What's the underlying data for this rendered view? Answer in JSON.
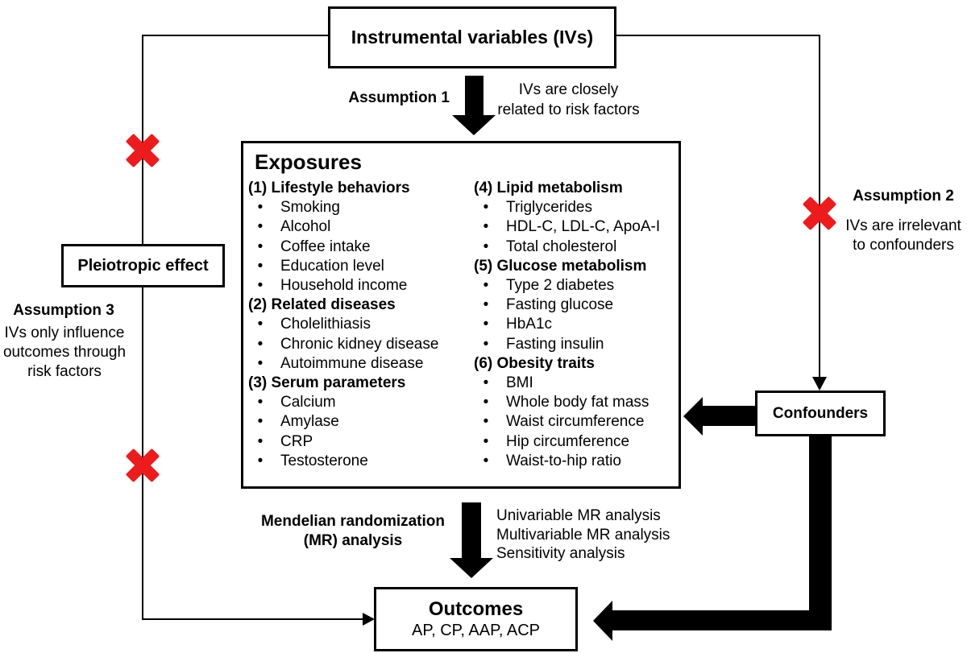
{
  "colors": {
    "ink": "#000000",
    "background": "#ffffff",
    "blocked_red": "#ED1C1C"
  },
  "nodes": {
    "instrumental_variables": {
      "label": "Instrumental variables (IVs)"
    },
    "pleiotropic_effect": {
      "label": "Pleiotropic effect"
    },
    "confounders": {
      "label": "Confounders"
    },
    "outcomes": {
      "title": "Outcomes",
      "subtitle": "AP, CP, AAP, ACP"
    }
  },
  "assumption1": {
    "label": "Assumption 1",
    "description_lines": [
      "IVs are closely",
      "related to risk factors"
    ]
  },
  "assumption2": {
    "label": "Assumption 2",
    "description_lines": [
      "IVs are irrelevant",
      "to confounders"
    ]
  },
  "assumption3": {
    "label": "Assumption 3",
    "description_lines": [
      "IVs only influence",
      "outcomes through",
      "risk factors"
    ]
  },
  "mr_analysis": {
    "label_lines": [
      "Mendelian randomization",
      "(MR) analysis"
    ],
    "methods": [
      "Univariable MR analysis",
      "Multivariable MR analysis",
      "Sensitivity analysis"
    ]
  },
  "exposures": {
    "title": "Exposures",
    "columns": [
      {
        "rows": [
          {
            "type": "heading",
            "text": "(1) Lifestyle behaviors"
          },
          {
            "type": "item",
            "text": "Smoking"
          },
          {
            "type": "item",
            "text": "Alcohol"
          },
          {
            "type": "item",
            "text": "Coffee intake"
          },
          {
            "type": "item",
            "text": "Education level"
          },
          {
            "type": "item",
            "text": "Household income"
          },
          {
            "type": "heading",
            "text": "(2) Related diseases"
          },
          {
            "type": "item",
            "text": "Cholelithiasis"
          },
          {
            "type": "item",
            "text": "Chronic kidney disease"
          },
          {
            "type": "item",
            "text": "Autoimmune disease"
          },
          {
            "type": "heading",
            "text": "(3) Serum parameters"
          },
          {
            "type": "item",
            "text": "Calcium"
          },
          {
            "type": "item",
            "text": "Amylase"
          },
          {
            "type": "item",
            "text": "CRP"
          },
          {
            "type": "item",
            "text": "Testosterone"
          }
        ]
      },
      {
        "rows": [
          {
            "type": "heading",
            "text": "(4) Lipid metabolism"
          },
          {
            "type": "item",
            "text": "Triglycerides"
          },
          {
            "type": "item",
            "text": "HDL-C, LDL-C, ApoA-I"
          },
          {
            "type": "item",
            "text": "Total cholesterol"
          },
          {
            "type": "heading",
            "text": "(5) Glucose metabolism"
          },
          {
            "type": "item",
            "text": "Type 2 diabetes"
          },
          {
            "type": "item",
            "text": "Fasting glucose"
          },
          {
            "type": "item",
            "text": "HbA1c"
          },
          {
            "type": "item",
            "text": "Fasting insulin"
          },
          {
            "type": "heading",
            "text": "(6) Obesity traits"
          },
          {
            "type": "item",
            "text": "BMI"
          },
          {
            "type": "item",
            "text": "Whole body fat mass"
          },
          {
            "type": "item",
            "text": "Waist circumference"
          },
          {
            "type": "item",
            "text": "Hip circumference"
          },
          {
            "type": "item",
            "text": "Waist-to-hip ratio"
          }
        ]
      }
    ]
  }
}
